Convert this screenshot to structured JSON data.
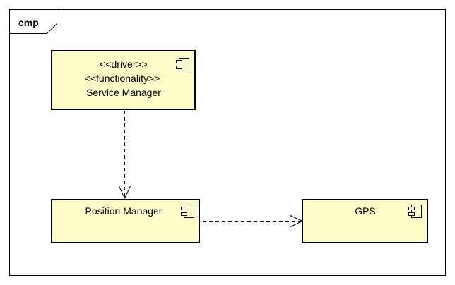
{
  "frame": {
    "label": "cmp"
  },
  "components": {
    "service_manager": {
      "stereotype1": "<<driver>>",
      "stereotype2": "<<functionality>>",
      "name": "Service Manager"
    },
    "position_manager": {
      "name": "Position Manager"
    },
    "gps": {
      "name": "GPS"
    }
  },
  "dependencies": [
    {
      "from": "Service Manager",
      "to": "Position Manager"
    },
    {
      "from": "Position Manager",
      "to": "GPS"
    }
  ],
  "colors": {
    "component_fill": "#fefdc8",
    "stroke": "#000000",
    "background": "#ffffff"
  }
}
